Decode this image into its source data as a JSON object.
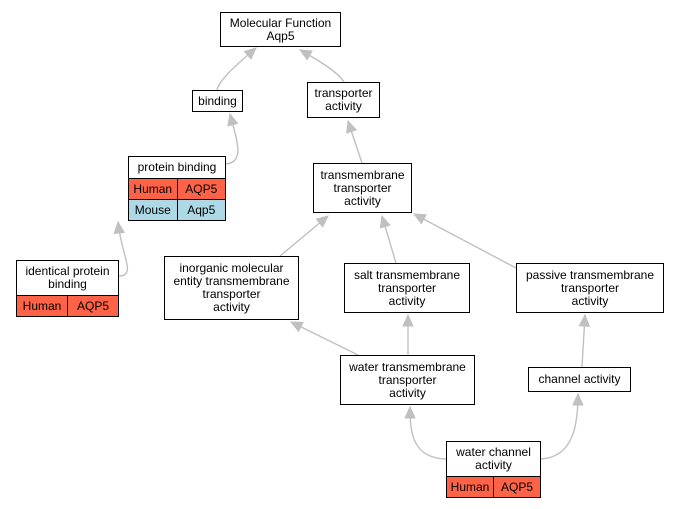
{
  "colors": {
    "edge": "#c0c0c0",
    "human": "#ff6347",
    "mouse": "#add8e6",
    "border": "#000000"
  },
  "nodes": {
    "root": {
      "lines": [
        "Molecular Function",
        "Aqp5"
      ]
    },
    "binding": {
      "lines": [
        "binding"
      ]
    },
    "transporter_activity": {
      "lines": [
        "transporter",
        "activity"
      ]
    },
    "protein_binding": {
      "lines": [
        "protein binding"
      ],
      "annotations": [
        {
          "species": "Human",
          "gene": "AQP5",
          "kind": "human"
        },
        {
          "species": "Mouse",
          "gene": "Aqp5",
          "kind": "mouse"
        }
      ]
    },
    "transmembrane_transporter": {
      "lines": [
        "transmembrane",
        "transporter",
        "activity"
      ]
    },
    "identical_protein_binding": {
      "lines": [
        "identical protein",
        "binding"
      ],
      "annotations": [
        {
          "species": "Human",
          "gene": "AQP5",
          "kind": "human"
        }
      ]
    },
    "inorganic_molecular": {
      "lines": [
        "inorganic molecular",
        "entity transmembrane",
        "transporter",
        "activity"
      ]
    },
    "salt_transmembrane": {
      "lines": [
        "salt transmembrane",
        "transporter",
        "activity"
      ]
    },
    "passive_transmembrane": {
      "lines": [
        "passive transmembrane",
        "transporter",
        "activity"
      ]
    },
    "water_transmembrane": {
      "lines": [
        "water transmembrane",
        "transporter",
        "activity"
      ]
    },
    "channel_activity": {
      "lines": [
        "channel activity"
      ]
    },
    "water_channel": {
      "lines": [
        "water channel",
        "activity"
      ],
      "annotations": [
        {
          "species": "Human",
          "gene": "AQP5",
          "kind": "human"
        }
      ]
    }
  },
  "edges": [
    {
      "from": "binding",
      "to": "root"
    },
    {
      "from": "transporter_activity",
      "to": "root"
    },
    {
      "from": "protein_binding",
      "to": "binding"
    },
    {
      "from": "transmembrane_transporter",
      "to": "transporter_activity"
    },
    {
      "from": "identical_protein_binding",
      "to": "protein_binding"
    },
    {
      "from": "inorganic_molecular",
      "to": "transmembrane_transporter"
    },
    {
      "from": "salt_transmembrane",
      "to": "transmembrane_transporter"
    },
    {
      "from": "passive_transmembrane",
      "to": "transmembrane_transporter"
    },
    {
      "from": "water_transmembrane",
      "to": "inorganic_molecular"
    },
    {
      "from": "water_transmembrane",
      "to": "salt_transmembrane"
    },
    {
      "from": "channel_activity",
      "to": "passive_transmembrane"
    },
    {
      "from": "water_channel",
      "to": "water_transmembrane"
    },
    {
      "from": "water_channel",
      "to": "channel_activity"
    }
  ]
}
